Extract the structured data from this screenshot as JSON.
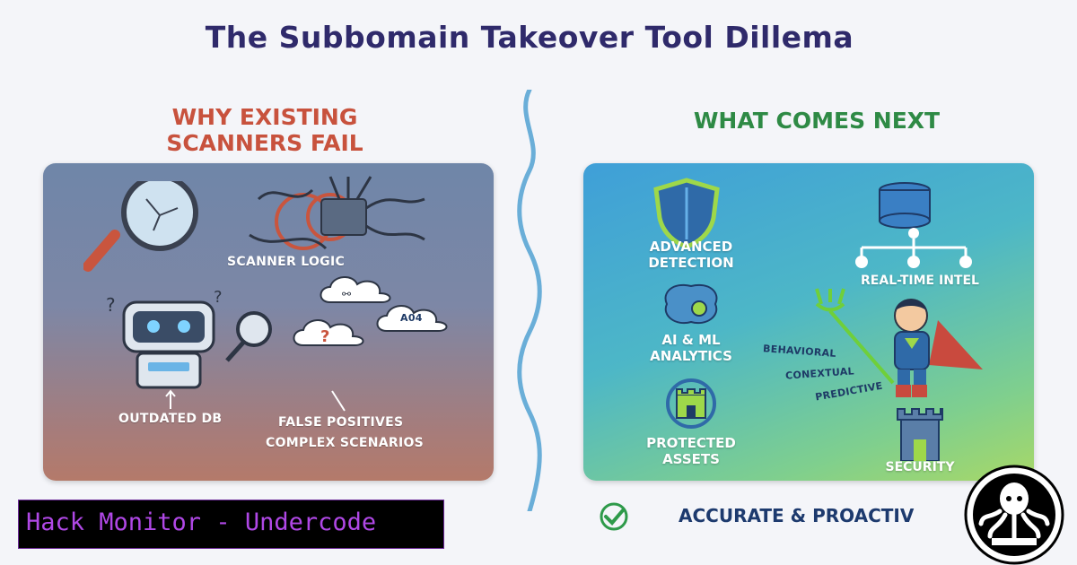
{
  "title": "The Subbomain Takeover Tool Dillema",
  "left": {
    "heading_line1": "WHY EXISTING",
    "heading_line2": "SCANNERS FAIL",
    "scanner_logic": "SCANNER LOGIC",
    "outdated_db": "OUTDATED DB",
    "false_positives": "FALSE POSITIVES",
    "complex_scenarios": "COMPLEX SCENARIOS",
    "cloud_code": "A04"
  },
  "right": {
    "heading": "WHAT COMES NEXT",
    "advanced_detection_1": "ADVANCED",
    "advanced_detection_2": "DETECTION",
    "realtime_intel": "REAL-TIME INTEL",
    "ai_ml_1": "AI & ML",
    "ai_ml_2": "ANALYTICS",
    "behavioral": "BEHAVIORAL",
    "contextual": "CONEXTUAL",
    "predictive": "PREDICTIVE",
    "protected_assets_1": "PROTECTED",
    "protected_assets_2": "ASSETS",
    "security": "SECURITY"
  },
  "footer": {
    "brand": "Hack Monitor - Undercode",
    "accurate": "ACCURATE & PROACTIV"
  },
  "colors": {
    "title": "#2f2a6b",
    "left_heading": "#c8523d",
    "right_heading": "#2e8a45",
    "brand_text": "#b048e6"
  }
}
